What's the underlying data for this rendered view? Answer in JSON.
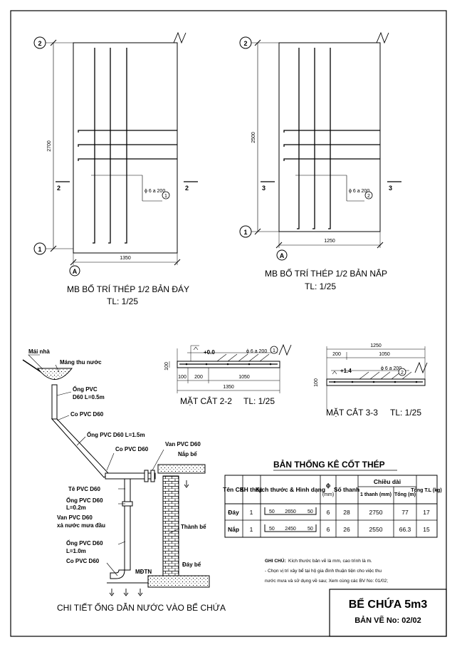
{
  "plan_bottom": {
    "title": "MB BỐ TRÍ THÉP 1/2 BẢN ĐÁY",
    "scale": "TL: 1/25",
    "dim_height": "2700",
    "dim_width": "1350",
    "axis_top": "2",
    "axis_bottom": "1",
    "axis_side": "A",
    "section": "2",
    "rebar_label": "ϕ 6 a 200",
    "rebar_mark": "1"
  },
  "plan_top": {
    "title": "MB BỐ TRÍ THÉP 1/2 BẢN NẮP",
    "scale": "TL: 1/25",
    "dim_height": "2500",
    "dim_width": "1250",
    "axis_top": "2",
    "axis_bottom": "1",
    "axis_side": "A",
    "section": "3",
    "rebar_label": "ϕ 6 a 200",
    "rebar_mark": "2"
  },
  "section_22": {
    "title": "MẶT CẮT 2-2",
    "scale": "TL: 1/25",
    "level": "+0.0",
    "rebar_label": "ϕ 6 a 200",
    "rebar_mark": "1",
    "thickness": "100",
    "dims": [
      "100",
      "200",
      "1050"
    ],
    "total": "1350"
  },
  "section_33": {
    "title": "MẶT CẮT 3-3",
    "scale": "TL: 1/25",
    "level": "+1.4",
    "rebar_label": "ϕ 6 a 200",
    "rebar_mark": "2",
    "thickness": "100",
    "dims": [
      "200",
      "1050"
    ],
    "total": "1250"
  },
  "pipe_detail": {
    "title": "CHI TIẾT ỐNG DẪN NƯỚC VÀO BỂ CHỨA",
    "labels": {
      "roof": "Mái nhà",
      "gutter": "Máng thu nước",
      "pipe1a": "Ống PVC",
      "pipe1b": "D60 L=0.5m",
      "elbow1": "Co PVC D60",
      "pipe2": "Ống PVC D60 L=1.5m",
      "elbow2": "Co PVC D60",
      "valve": "Van PVC D60",
      "lid": "Nắp bể",
      "tee": "Tê PVC D60",
      "pipe3a": "Ống PVC D60",
      "pipe3b": "L=0.2m",
      "flush_a": "Van PVC D60",
      "flush_b": "xả nước mưa đầu",
      "wall": "Thành bể",
      "pipe4a": "Ống PVC D60",
      "pipe4b": "L=1.0m",
      "elbow3": "Co PVC D60",
      "floor": "Đáy bể",
      "ground": "MĐTN"
    }
  },
  "table": {
    "title": "BẢN THỐNG KÊ CỐT THÉP",
    "headers": {
      "name": "Tên CK",
      "mark": "SH thép",
      "shape": "Kích thước & Hình dạng",
      "phi": "ϕ",
      "phi_unit": "(mm)",
      "count": "Số thanh",
      "length": "Chiều dài",
      "len_one": "1 thanh (mm)",
      "len_total": "Tổng (m)",
      "weight": "Tổng T.L (kg)"
    },
    "rows": [
      {
        "name": "Đáy",
        "mark": "1",
        "hook_l": "50",
        "len": "2650",
        "hook_r": "50",
        "phi": "6",
        "count": "28",
        "one": "2750",
        "total": "77",
        "weight": "17"
      },
      {
        "name": "Nắp",
        "mark": "1",
        "hook_l": "50",
        "len": "2450",
        "hook_r": "50",
        "phi": "6",
        "count": "26",
        "one": "2550",
        "total": "66.3",
        "weight": "15"
      }
    ]
  },
  "notes": {
    "label": "GHI CHÚ:",
    "line1": "Kích thước bản vẽ là mm, cao trình là m.",
    "line2": "- Chọn vị trí xây bể tại hộ gia đình thuận tiện cho việc thu",
    "line3": "nước mưa và sử dụng  về sau; Xem cùng các BV No: 01/02;"
  },
  "title_block": {
    "name": "BỂ CHỨA 5m3",
    "sheet": "BẢN VẼ No: 02/02"
  }
}
